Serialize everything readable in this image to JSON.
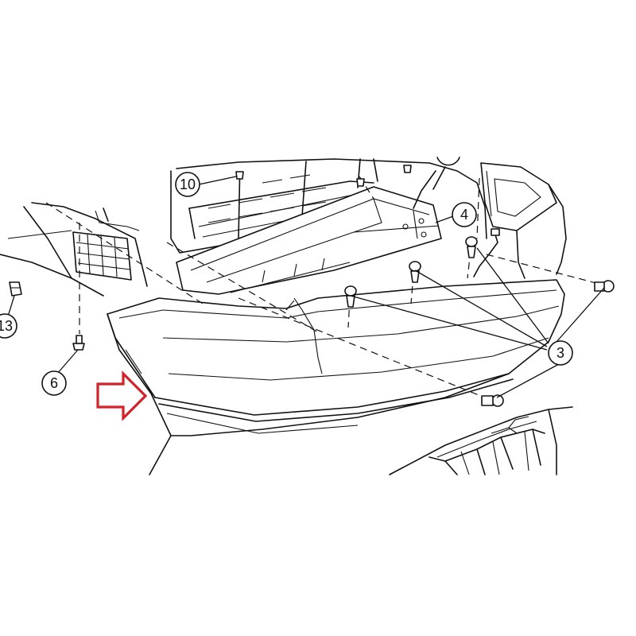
{
  "callouts": [
    {
      "id": "callout-10",
      "label": "10"
    },
    {
      "id": "callout-4",
      "label": "4"
    },
    {
      "id": "callout-3",
      "label": "3"
    },
    {
      "id": "callout-6",
      "label": "6"
    },
    {
      "id": "callout-13",
      "label": "13"
    }
  ],
  "colors": {
    "line": "#111111",
    "arrow": "#d2232a",
    "background": "#ffffff"
  },
  "icons": {
    "indicator": "red-outline-arrow-icon"
  }
}
